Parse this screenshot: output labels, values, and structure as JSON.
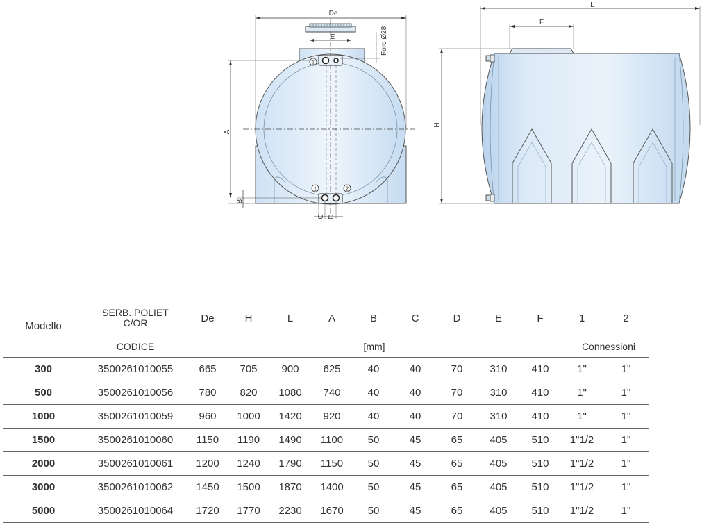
{
  "drawing": {
    "front": {
      "De": "De",
      "E": "E",
      "A": "A",
      "B": "B",
      "C": "C",
      "D": "D",
      "foro": "Foro Ø28",
      "conn1_top": "1",
      "conn1_bottom": "1",
      "conn2_bottom": "2"
    },
    "side": {
      "L": "L",
      "F": "F",
      "H": "H"
    }
  },
  "table": {
    "header": {
      "modello": "Modello",
      "serb_line1": "SERB. POLIET",
      "serb_line2": "C/OR",
      "dims": [
        "De",
        "H",
        "L",
        "A",
        "B",
        "C",
        "D",
        "E",
        "F"
      ],
      "conns": [
        "1",
        "2"
      ],
      "codice": "CODICE",
      "mm": "[mm]",
      "connessioni": "Connessioni"
    },
    "rows": [
      [
        "300",
        "3500261010055",
        "665",
        "705",
        "900",
        "625",
        "40",
        "40",
        "70",
        "310",
        "410",
        "1\"",
        "1\""
      ],
      [
        "500",
        "3500261010056",
        "780",
        "820",
        "1080",
        "740",
        "40",
        "40",
        "70",
        "310",
        "410",
        "1\"",
        "1\""
      ],
      [
        "1000",
        "3500261010059",
        "960",
        "1000",
        "1420",
        "920",
        "40",
        "40",
        "70",
        "310",
        "410",
        "1\"",
        "1\""
      ],
      [
        "1500",
        "3500261010060",
        "1150",
        "1190",
        "1490",
        "1100",
        "50",
        "45",
        "65",
        "405",
        "510",
        "1\"1/2",
        "1\""
      ],
      [
        "2000",
        "3500261010061",
        "1200",
        "1240",
        "1790",
        "1150",
        "50",
        "45",
        "65",
        "405",
        "510",
        "1\"1/2",
        "1\""
      ],
      [
        "3000",
        "3500261010062",
        "1450",
        "1500",
        "1870",
        "1400",
        "50",
        "45",
        "65",
        "405",
        "510",
        "1\"1/2",
        "1\""
      ],
      [
        "5000",
        "3500261010064",
        "1720",
        "1770",
        "2230",
        "1670",
        "50",
        "45",
        "65",
        "405",
        "510",
        "1\"1/2",
        "1\""
      ]
    ]
  },
  "colors": {
    "tank_light": "#e8f2fb",
    "tank_mid": "#c9dff2",
    "tank_edge": "#a8c6e3",
    "line": "#333333"
  }
}
